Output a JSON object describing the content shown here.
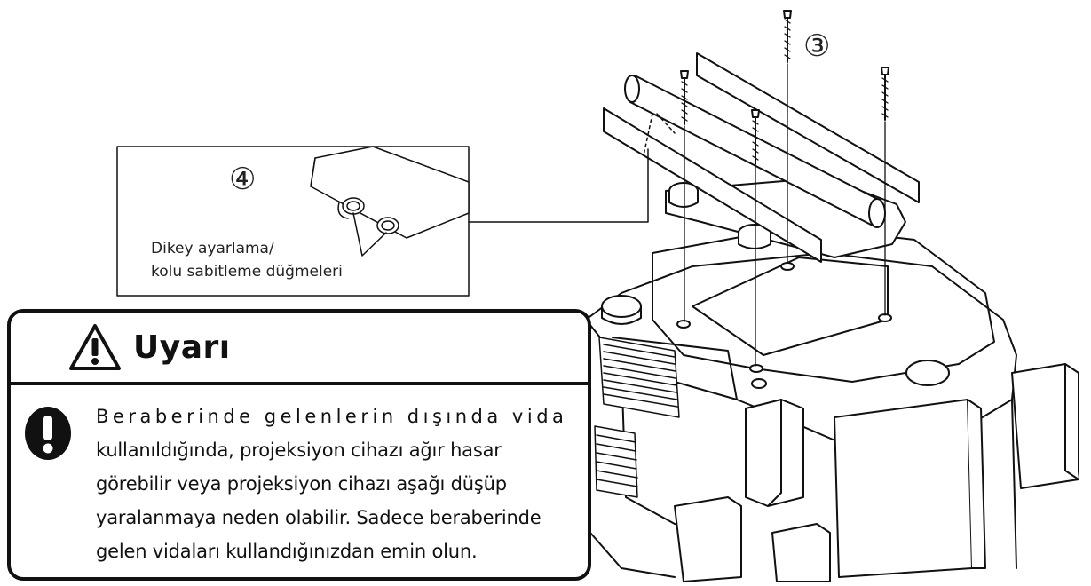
{
  "callouts": {
    "step_3": "③",
    "step_4": "④",
    "knob_label_line1": "Dikey ayarlama/",
    "knob_label_line2": "kolu sabitleme düğmeleri"
  },
  "warning": {
    "title": "Uyarı",
    "lines": [
      "Beraberinde gelenlerin dışında vida",
      "kullanıldığında, projeksiyon cihazı ağır hasar",
      "görebilir veya projeksiyon cihazı aşağı düşüp",
      "yaralanmaya neden olabilir. Sadece beraberinde",
      "gelen vidaları kullandığınızdan emin olun."
    ],
    "icon": "warning-triangle-icon",
    "body_icon": "exclamation-circle-icon"
  },
  "colors": {
    "line": "#111111",
    "background": "#ffffff"
  }
}
